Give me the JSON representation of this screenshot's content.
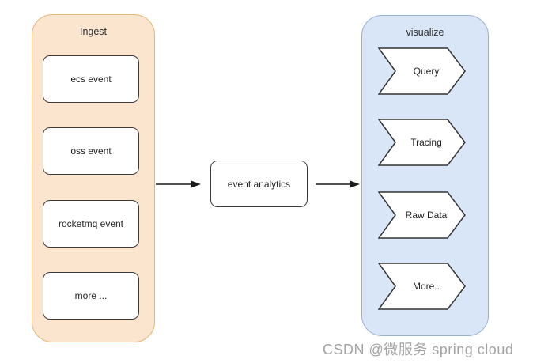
{
  "diagram": {
    "groups": {
      "ingest": {
        "title": "Ingest",
        "nodes": [
          {
            "label": "ecs event"
          },
          {
            "label": "oss event"
          },
          {
            "label": "rocketmq event"
          },
          {
            "label": "more ..."
          }
        ]
      },
      "visualize": {
        "title": "visualize",
        "items": [
          {
            "label": "Query"
          },
          {
            "label": "Tracing"
          },
          {
            "label": "Raw Data"
          },
          {
            "label": "More.."
          }
        ]
      }
    },
    "center_node": {
      "label": "event analytics"
    },
    "connectors": [
      {
        "name": "ingest-to-analytics",
        "direction": "right"
      },
      {
        "name": "analytics-to-visualize",
        "direction": "right"
      }
    ],
    "colors": {
      "ingest_fill": "#FBE5CE",
      "ingest_stroke": "#E0B878",
      "visualize_fill": "#D9E6F8",
      "visualize_stroke": "#9AB0D4",
      "node_fill": "#FFFFFF",
      "node_stroke": "#333333",
      "arrow": "#1A1A1A",
      "text": "#1F1F1F",
      "watermark": "#A3A3A3"
    }
  },
  "watermark": {
    "text": "CSDN @微服务 spring cloud"
  }
}
